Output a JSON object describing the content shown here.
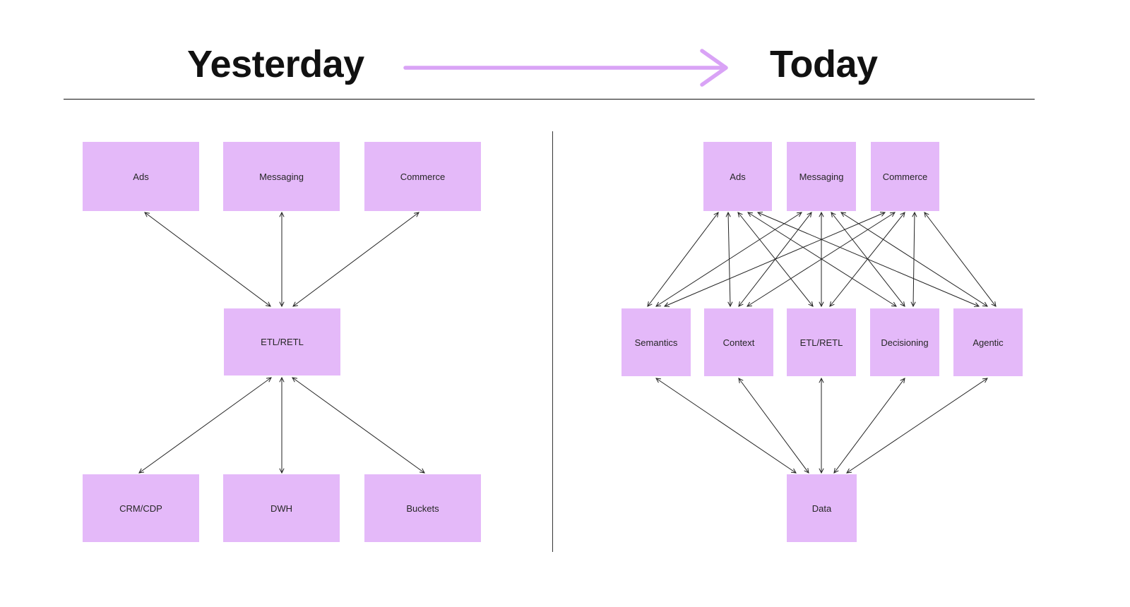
{
  "header": {
    "left_label": "Yesterday",
    "right_label": "Today"
  },
  "colors": {
    "node_fill": "#e4b9f9",
    "arrow": "#d9a3f6",
    "connector": "#222222"
  },
  "yesterday": {
    "title": "Yesterday",
    "nodes": {
      "ads": "Ads",
      "messaging": "Messaging",
      "commerce": "Commerce",
      "etl": "ETL/RETL",
      "crm": "CRM/CDP",
      "dwh": "DWH",
      "buckets": "Buckets"
    }
  },
  "today": {
    "title": "Today",
    "nodes": {
      "ads": "Ads",
      "messaging": "Messaging",
      "commerce": "Commerce",
      "semantics": "Semantics",
      "context": "Context",
      "etl": "ETL/RETL",
      "decisioning": "Decisioning",
      "agentic": "Agentic",
      "data": "Data"
    }
  }
}
